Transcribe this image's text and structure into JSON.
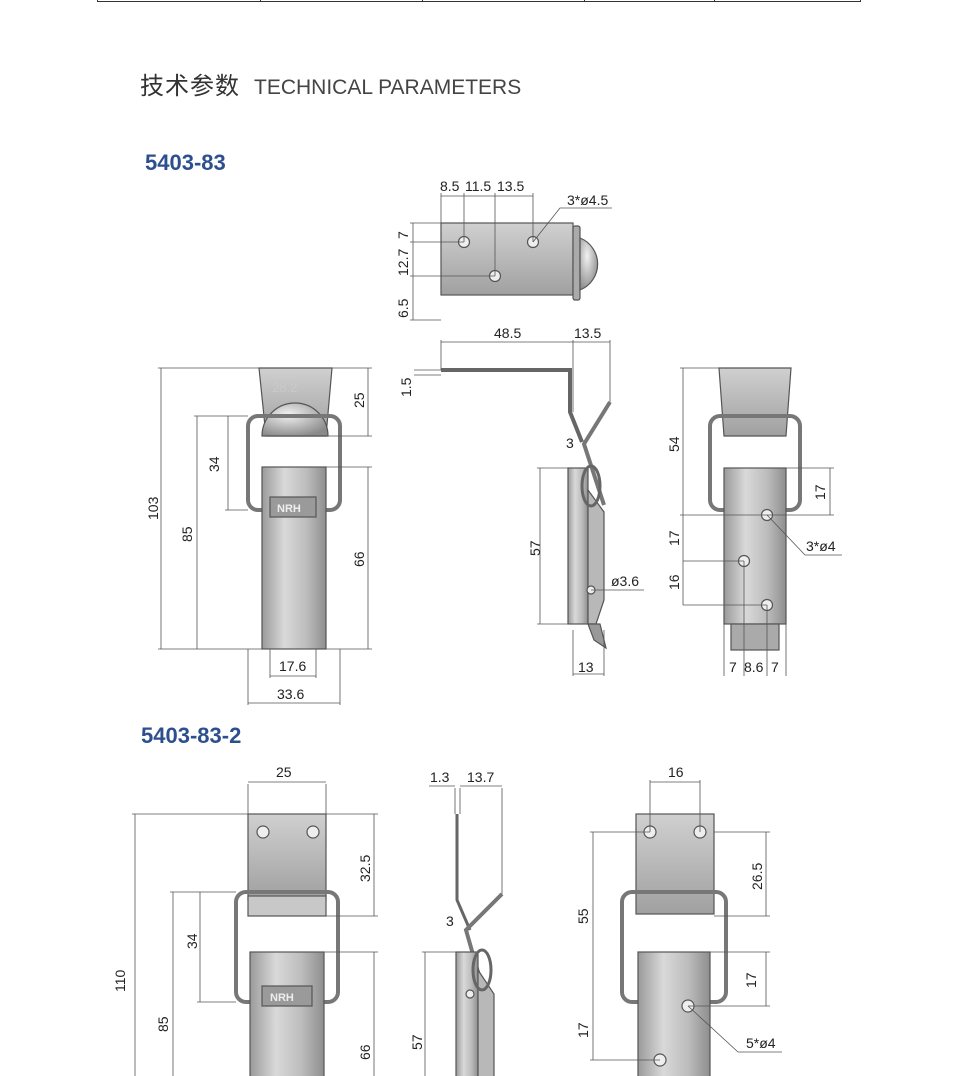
{
  "heading": {
    "cn": "技术参数",
    "en": "TECHNICAL PARAMETERS"
  },
  "model_a": {
    "name": "5403-83",
    "logo": "NRH",
    "watermark": "28.2",
    "top": {
      "d1": "8.5",
      "d2": "11.5",
      "d3": "13.5",
      "holes": "3*ø4.5",
      "h1": "7",
      "h2": "12.7",
      "h3": "6.5"
    },
    "side": {
      "w1": "48.5",
      "w2": "13.5",
      "t": "1.5",
      "angle": "3",
      "h": "57",
      "hole": "ø3.6",
      "b": "13"
    },
    "front": {
      "total": "103",
      "h85": "85",
      "h34": "34",
      "h25": "25",
      "h66": "66",
      "w176": "17.6",
      "w336": "33.6"
    },
    "right": {
      "h54": "54",
      "h17a": "17",
      "h17b": "17",
      "h16": "16",
      "holes": "3*ø4",
      "w7a": "7",
      "w86": "8.6",
      "w7b": "7"
    }
  },
  "model_b": {
    "name": "5403-83-2",
    "logo": "NRH",
    "front": {
      "w25": "25",
      "total": "110",
      "h325": "32.5",
      "h34": "34",
      "h85": "85",
      "h66": "66"
    },
    "side": {
      "t": "1.3",
      "w": "13.7",
      "angle": "3",
      "h": "57"
    },
    "right": {
      "w16": "16",
      "h265": "26.5",
      "h55": "55",
      "h17a": "17",
      "h17b": "17",
      "holes": "5*ø4"
    }
  }
}
